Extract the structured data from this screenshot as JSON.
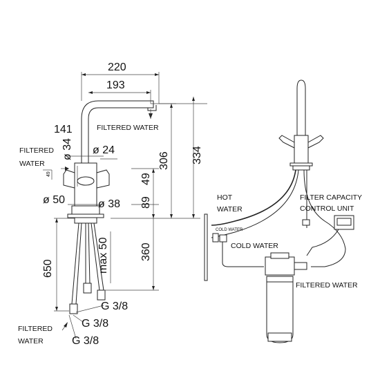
{
  "left_view": {
    "dimensions": {
      "d220": "220",
      "d193": "193",
      "d141": "141",
      "d34": "ø 34",
      "d24": "ø 24",
      "d49a": "49",
      "d49b": "49",
      "d306": "306",
      "d334": "334",
      "d50": "ø 50",
      "d38": "ø 38",
      "d89": "89",
      "d360": "360",
      "d650": "650",
      "dmax50": "max 50",
      "g1": "G 3/8",
      "g2": "G 3/8",
      "g3": "G 3/8"
    },
    "labels": {
      "filtered_water_top": "FILTERED WATER",
      "filtered_left_1": "FILTERED",
      "filtered_left_2": "WATER",
      "filtered_bottom_1": "FILTERED",
      "filtered_bottom_2": "WATER"
    }
  },
  "right_view": {
    "labels": {
      "hot_1": "HOT",
      "hot_2": "WATER",
      "filter_cap_1": "FILTER CAPACITY",
      "filter_cap_2": "CONTROL UNIT",
      "cold_small": "COLD WATER",
      "cold": "COLD WATER",
      "filtered": "FILTERED WATER"
    }
  }
}
